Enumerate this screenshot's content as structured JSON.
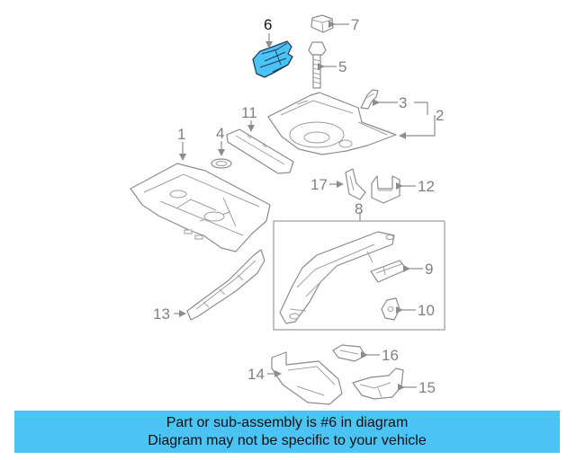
{
  "highlight_color": "#4cc3f5",
  "callouts": {
    "c1": "1",
    "c2": "2",
    "c3": "3",
    "c4": "4",
    "c5": "5",
    "c6": "6",
    "c7": "7",
    "c8": "8",
    "c9": "9",
    "c10": "10",
    "c11": "11",
    "c12": "12",
    "c13": "13",
    "c14": "14",
    "c15": "15",
    "c16": "16",
    "c17": "17"
  },
  "banner": {
    "line1": "Part or sub-assembly is #6 in diagram",
    "line2": "Diagram may not be specific to your vehicle"
  }
}
